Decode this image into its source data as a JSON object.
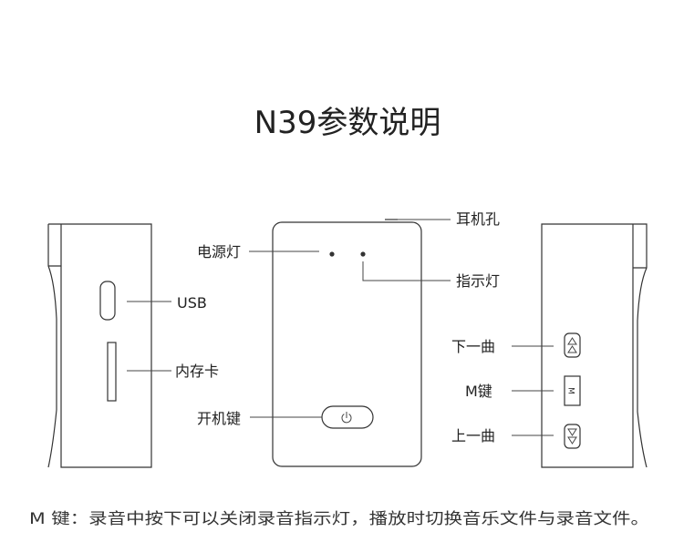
{
  "title": "N39参数说明",
  "labels": {
    "usb": "USB",
    "memory_card": "内存卡",
    "power_light": "电源灯",
    "power_key": "开机键",
    "headphone_jack": "耳机孔",
    "indicator_light": "指示灯",
    "next_track": "下一曲",
    "m_key": "M键",
    "prev_track": "上一曲"
  },
  "m_button_glyph": "M",
  "note": "M 键：录音中按下可以关闭录音指示灯，播放时切换音乐文件与录音文件。"
}
